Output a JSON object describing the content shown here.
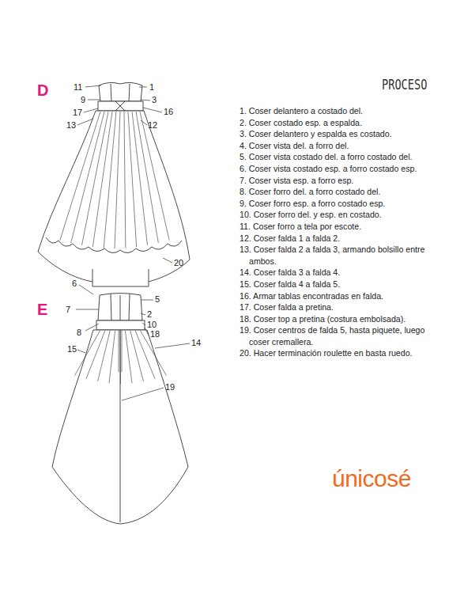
{
  "diagram": {
    "title": "PROCESO",
    "labels": [
      "D",
      "11",
      "1",
      "9",
      "3",
      "17",
      "16",
      "13",
      "12",
      "20",
      "E",
      "6",
      "5",
      "7",
      "2",
      "8",
      "10",
      "18",
      "15",
      "14",
      "19",
      "1. Coser delantero a costado del.",
      "2. Coser costado esp. a espalda.",
      "3. Coser delantero y espalda es costado.",
      "4. Coser vista del. a forro del.",
      "5. Coser vista costado del. a forro costado del.",
      "6. Coser vista costado esp. a forro costado esp.",
      "7. Coser vista esp. a forro esp.",
      "8. Coser forro del. a forro costado del.",
      "9. Coser forro esp. a forro costado esp.",
      "10. Coser forro del. y esp. en costado.",
      "11. Coser forro a tela por escote.",
      "12. Coser falda 1 a falda 2.",
      "13. Coser falda 2 a falda 3, armando bolsillo entre ambos.",
      "14. Coser falda 3 a falda 4.",
      "15. Coser falda 4 a falda 5.",
      "16. Armar tablas encontradas en falda.",
      "17. Coser falda a pretina.",
      "18. Coser top a pretina (costura embolsada).",
      "19. Coser centros de falda 5, hasta piquete, luego coser cremallera.",
      "20. Hacer terminación roulette en basta ruedo.",
      "únicosé"
    ]
  }
}
